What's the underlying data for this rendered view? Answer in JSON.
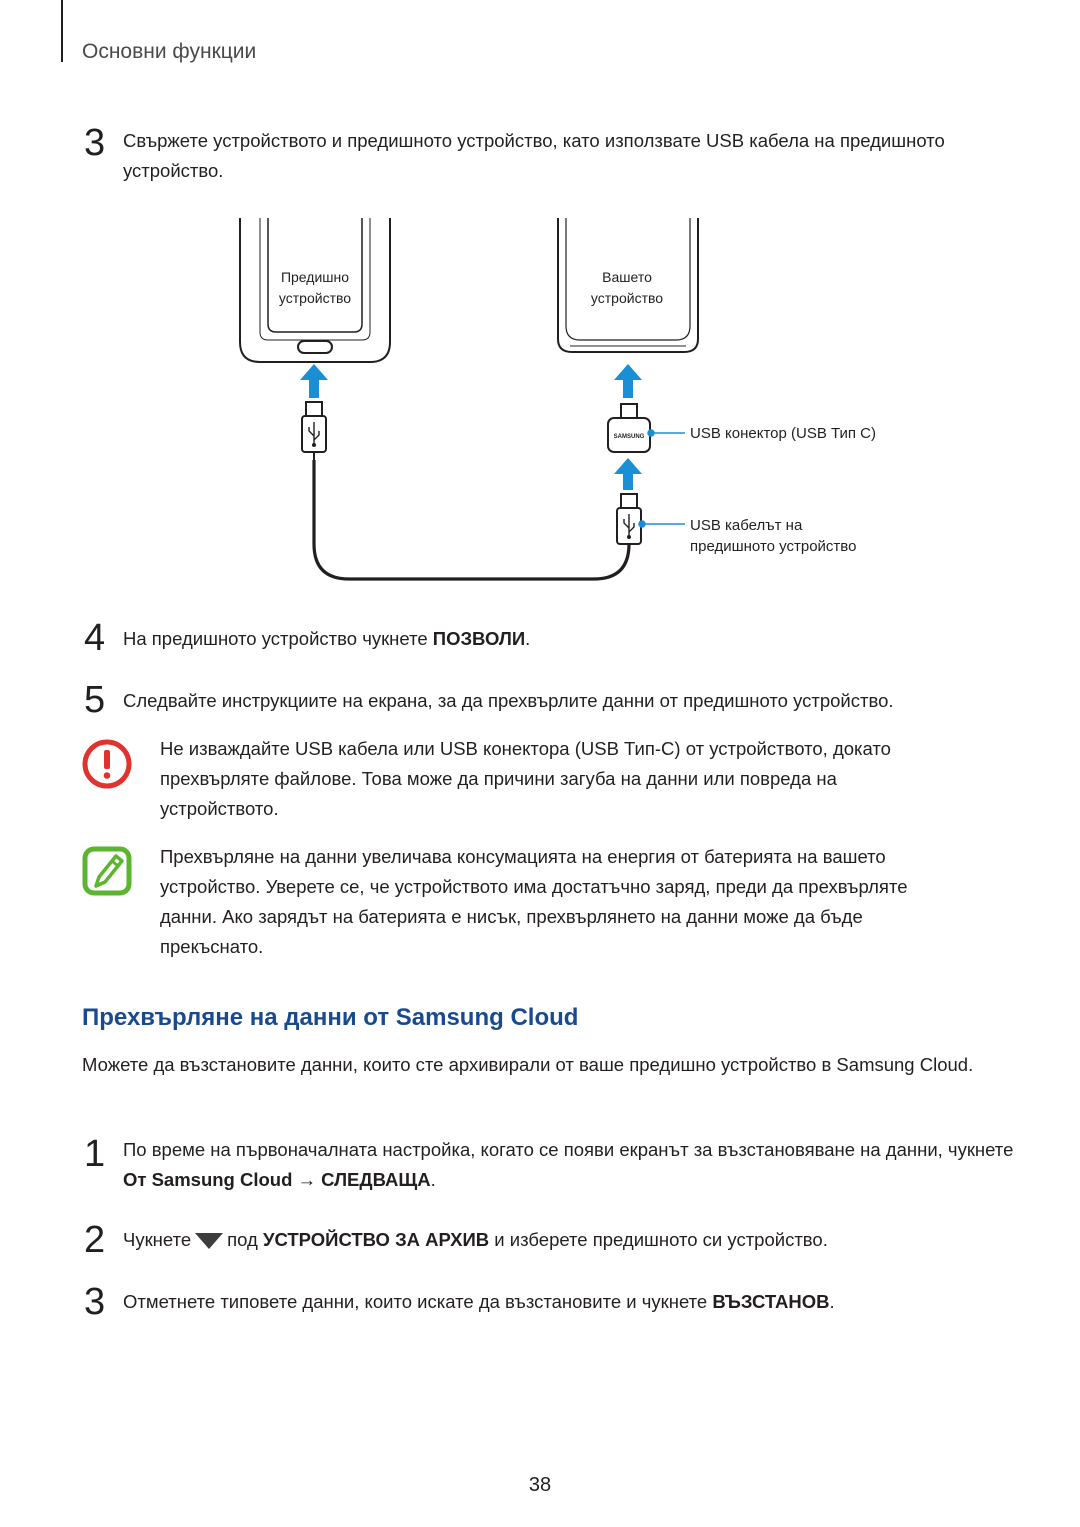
{
  "header": {
    "section": "Основни функции"
  },
  "steps_a": [
    {
      "num": "3",
      "text": "Свържете устройството и предишното устройство, като използвате USB кабела на предишното устройство."
    },
    {
      "num": "4",
      "text_before": "На предишното устройство чукнете ",
      "bold": "ПОЗВОЛИ",
      "text_after": "."
    },
    {
      "num": "5",
      "text": "Следвайте инструкциите на екрана, за да прехвърлите данни от предишното устройство."
    }
  ],
  "diagram": {
    "old_device_label": [
      "Предишно",
      "устройство"
    ],
    "your_device_label": [
      "Вашето",
      "устройство"
    ],
    "connector_logo": "SAMSUNG",
    "callout_connector": "USB конектор (USB Тип C)",
    "callout_cable": [
      "USB кабелът на",
      "предишното устройство"
    ],
    "accent_color": "#1a8fd6"
  },
  "notes": {
    "warning": {
      "icon": "warning-icon",
      "color": "#e0322e",
      "text": "Не изваждайте USB кабела или USB конектора (USB Тип-C) от устройството, докато прехвърляте файлове. Това може да причини загуба на данни или повреда на устройството."
    },
    "tip": {
      "icon": "note-pencil-icon",
      "color": "#5cb531",
      "text": "Прехвърляне на данни увеличава консумацията на енергия от батерията на вашето устройство. Уверете се, че устройството има достатъчно заряд, преди да прехвърляте данни. Ако зарядът на батерията е нисък, прехвърлянето на данни може да бъде прекъснато."
    }
  },
  "section2": {
    "title": "Прехвърляне на данни от Samsung Cloud",
    "intro": "Можете да възстановите данни, които сте архивирали от ваше предишно устройство в Samsung Cloud.",
    "steps": [
      {
        "num": "1",
        "text_before": "По време на първоначалната настройка, когато се появи екранът за възстановяване на данни, чукнете ",
        "bold": "От Samsung Cloud → СЛЕДВАЩА",
        "text_after": "."
      },
      {
        "num": "2",
        "text_before": "Чукнете",
        "text_mid": "под ",
        "bold": "УСТРОЙСТВО ЗА АРХИВ",
        "text_after": " и изберете предишното си устройство."
      },
      {
        "num": "3",
        "text_before": "Отметнете типовете данни, които искате да възстановите и чукнете ",
        "bold": "ВЪЗСТАНОВ",
        "text_after": "."
      }
    ]
  },
  "footer": {
    "page_number": "38"
  }
}
